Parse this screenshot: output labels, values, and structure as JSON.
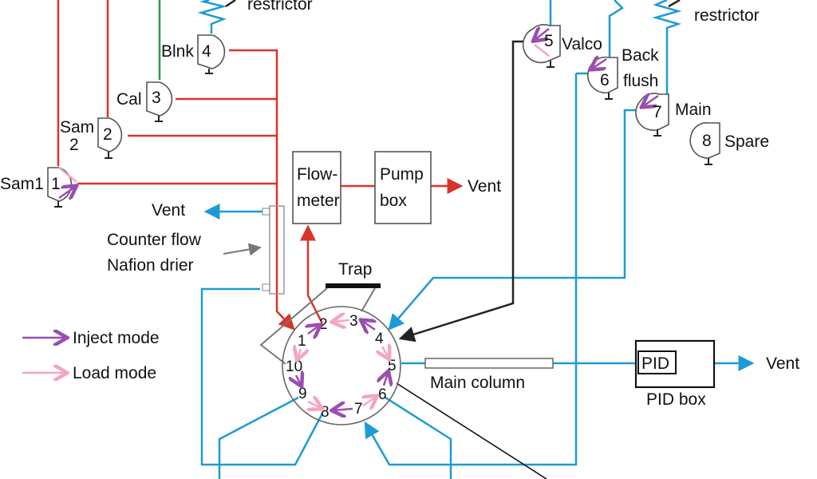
{
  "labels": {
    "restrictor_left": "restrictor",
    "restrictor_right": "restrictor",
    "flowmeter_line1": "Flow-",
    "flowmeter_line2": "meter",
    "pumpbox_line1": "Pump",
    "pumpbox_line2": "box",
    "vent_pump": "Vent",
    "vent_drier": "Vent",
    "vent_pid": "Vent",
    "drier_line1": "Counter flow",
    "drier_line2": "Nafion drier",
    "trap": "Trap",
    "main_column": "Main column",
    "pid": "PID",
    "pid_box": "PID box"
  },
  "left_valves": [
    {
      "num": "1",
      "name": "Sam1"
    },
    {
      "num": "2",
      "name_line1": "Sam",
      "name_line2": "2"
    },
    {
      "num": "3",
      "name": "Cal"
    },
    {
      "num": "4",
      "name": "Blnk"
    }
  ],
  "right_valves": [
    {
      "num": "5",
      "name": "Valco"
    },
    {
      "num": "6",
      "name_line1": "Back",
      "name_line2": "flush"
    },
    {
      "num": "7",
      "name": "Main"
    },
    {
      "num": "8",
      "name": "Spare"
    }
  ],
  "rotary_valve_ports": [
    "1",
    "2",
    "3",
    "4",
    "5",
    "6",
    "7",
    "8",
    "9",
    "10"
  ],
  "legend": {
    "inject": "Inject mode",
    "load": "Load mode"
  },
  "colors": {
    "sample_line": "#d9342b",
    "carrier_line": "#1e9ad6",
    "calibration_line": "#2a9a45",
    "inject_mode": "#9b4db0",
    "load_mode": "#f4a6c0"
  }
}
